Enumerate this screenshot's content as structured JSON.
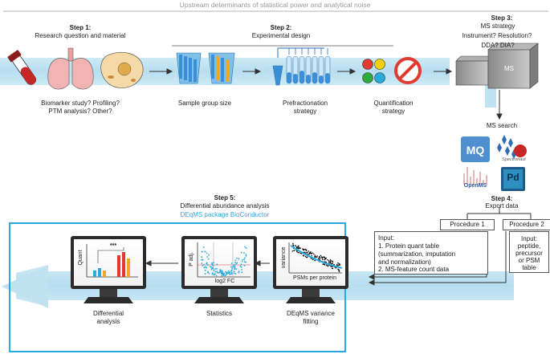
{
  "header": {
    "title": "Upstream determinants of statistical power and analytical noise"
  },
  "step1": {
    "label": "Step 1:",
    "title": "Research question and material",
    "caption_line1": "Biomarker study? Profiling?",
    "caption_line2": "PTM analysis? Other?"
  },
  "step2": {
    "label": "Step 2:",
    "title": "Experimental design",
    "sample_caption": "Sample group size",
    "prefrac_line1": "Prefractionation",
    "prefrac_line2": "strategy",
    "quant_line1": "Quantification",
    "quant_line2": "strategy"
  },
  "step3": {
    "label": "Step 3:",
    "title": "MS strategy",
    "question1": "Instrument? Resolution?",
    "question2": "DDA? DIA?",
    "instrument_label": "MS",
    "search_label": "MS search",
    "logos": {
      "mq": "MQ",
      "spectronaut": "Spectronaut",
      "openms": "OpenMS",
      "pd": "Pd"
    }
  },
  "step4": {
    "label": "Step 4:",
    "title": "Export data",
    "procedure1": "Procedure 1",
    "procedure2": "Procedure 2",
    "input1": {
      "line1": "Input:",
      "line2": "1. Protein quant table",
      "line3": "(summarization, imputation",
      "line4": "and normalization)",
      "line5": "2. MS-feature count data"
    },
    "input2": {
      "line1": "Input:",
      "line2": "peptide,",
      "line3": "precursor",
      "line4": "or PSM",
      "line5": "table"
    }
  },
  "step5": {
    "label": "Step 5:",
    "title": "Differential abundance analysis",
    "subtitle": "DEqMS package BioConductor",
    "monitor1": {
      "ylabel": "Quant",
      "sig": "***",
      "caption_line1": "Differential",
      "caption_line2": "analysis"
    },
    "monitor2": {
      "ylabel": "P adj.",
      "xlabel": "log2 FC",
      "caption": "Statistics"
    },
    "monitor3": {
      "ylabel": "variance",
      "xlabel": "PSMs per protein",
      "caption_line1": "DEqMS variance",
      "caption_line2": "fitting"
    }
  },
  "colors": {
    "band": "#bfe3f0",
    "accent": "#2aa9dc",
    "sample_blue": "#3a8fd8",
    "sample_orange": "#f5a623",
    "red": "#e23a2e",
    "green": "#2eaa3c",
    "yellow": "#f4d10b"
  }
}
